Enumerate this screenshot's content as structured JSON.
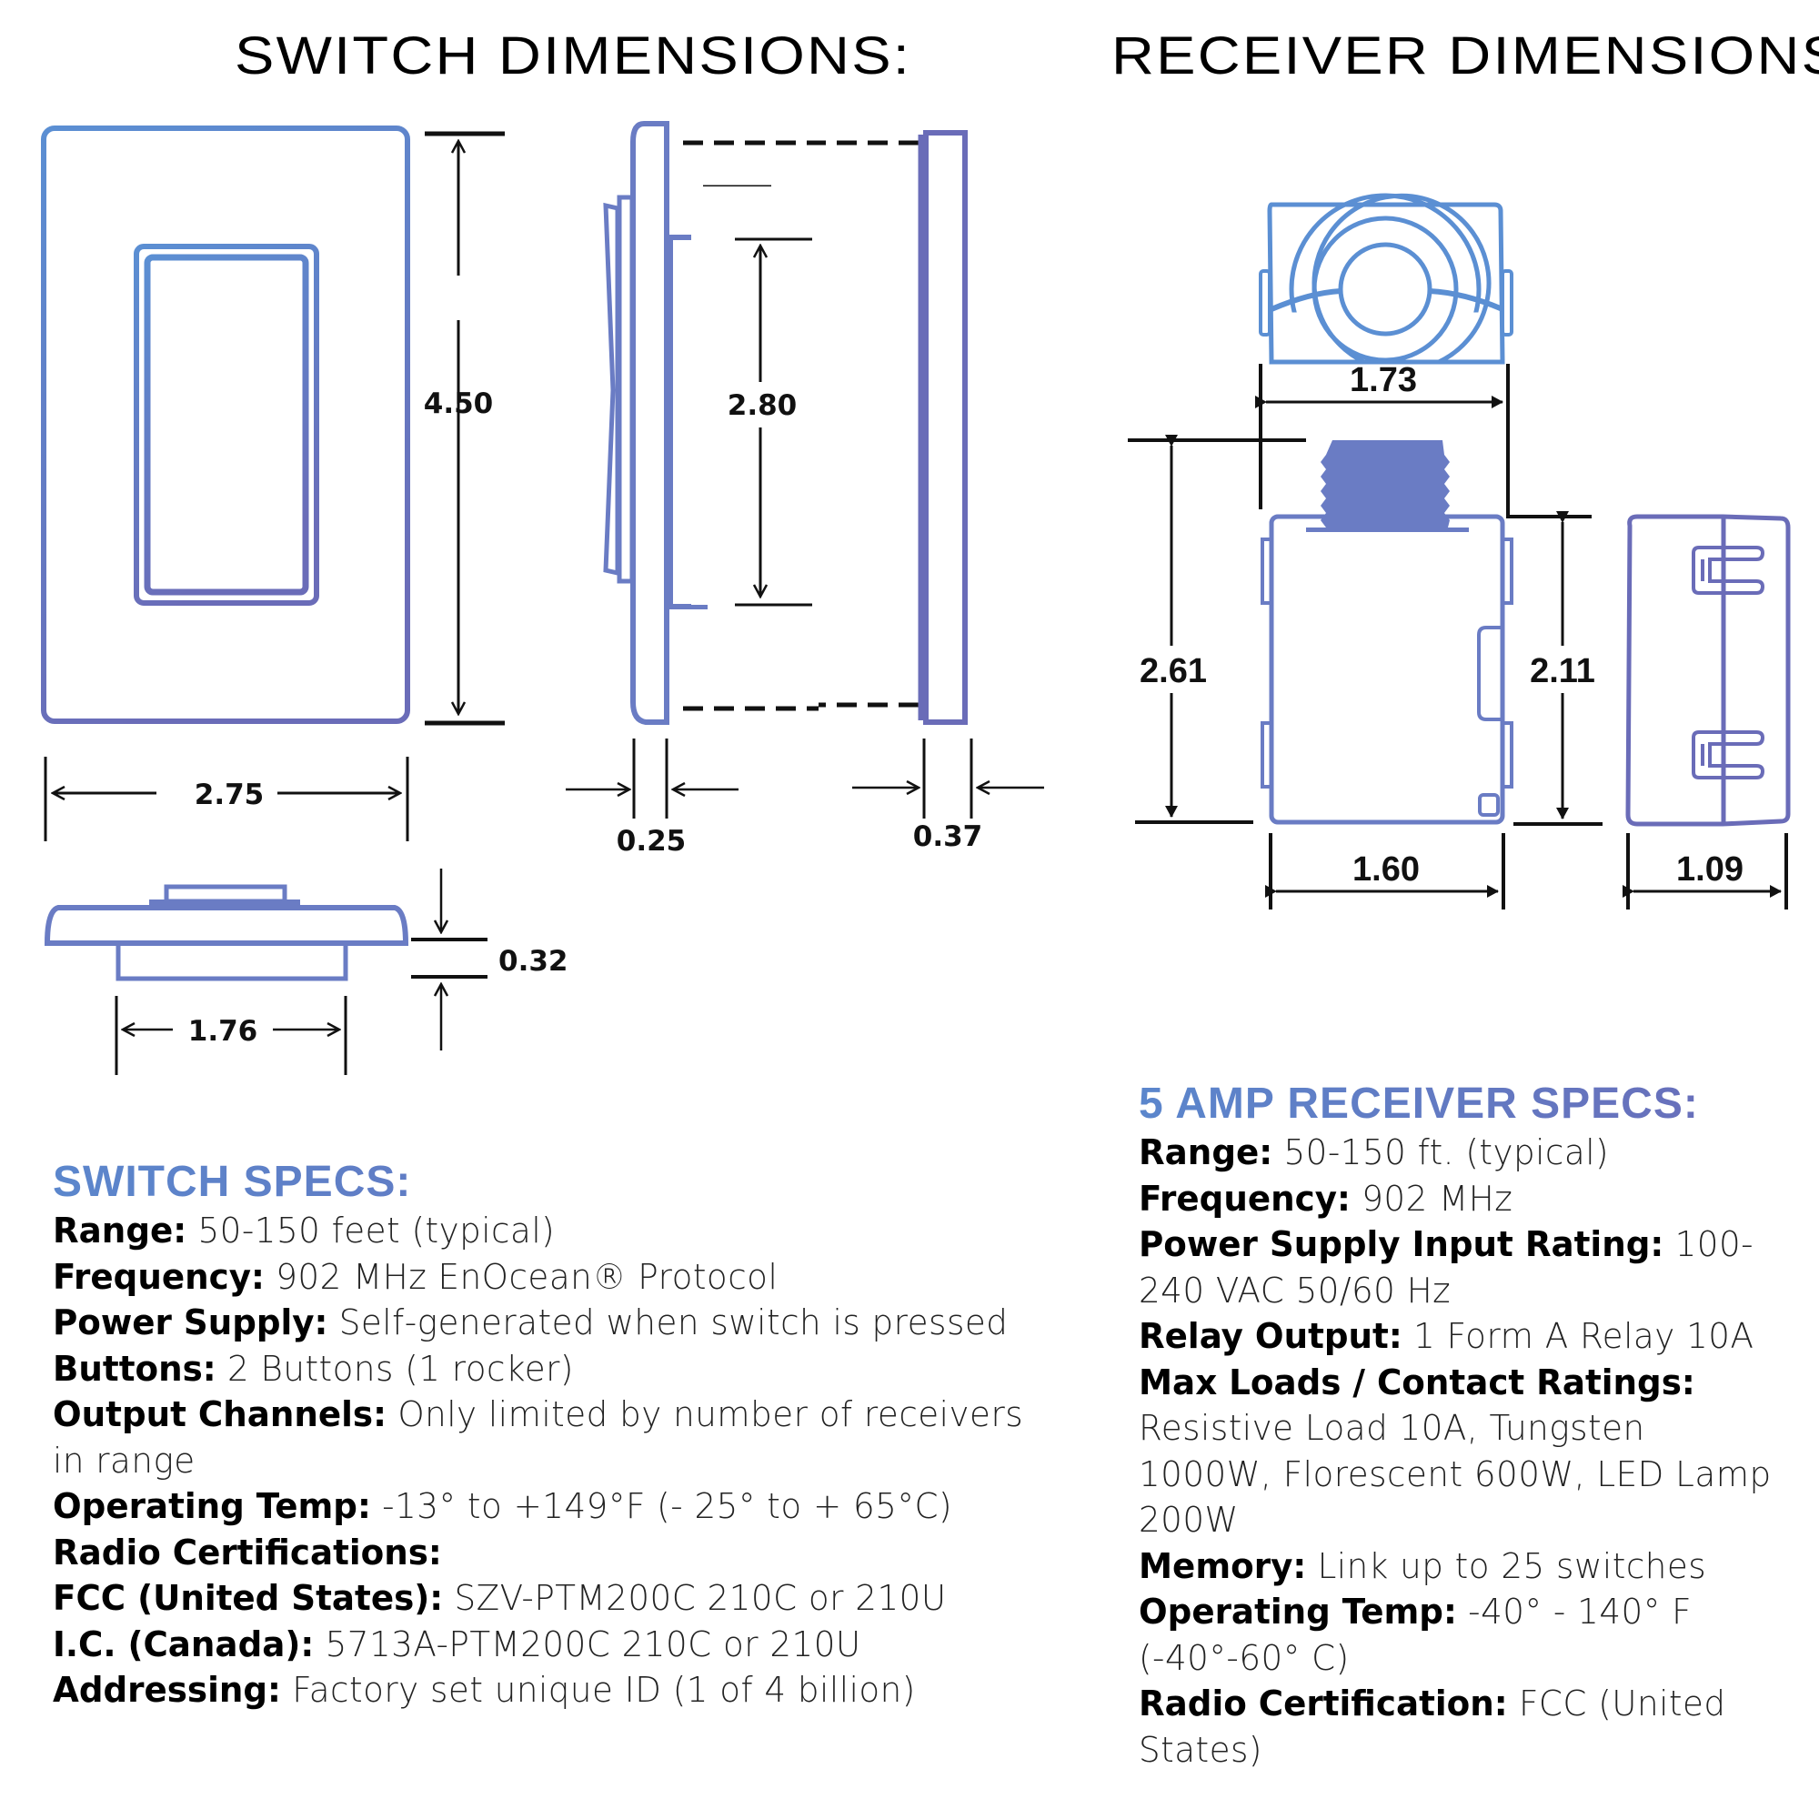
{
  "headings": {
    "switch_dimensions": "SWITCH DIMENSIONS:",
    "receiver_dimensions": "RECEIVER DIMENSIONS:"
  },
  "colors": {
    "outline_blue": "#5b8fd3",
    "outline_purple": "#6a6cb8",
    "heading_gradient_start": "#5b86cc",
    "heading_gradient_end": "#6a6cb8",
    "dimension_lines": "#000000"
  },
  "switch_dimensions": {
    "front_height": "4.50",
    "front_width": "2.75",
    "side_rocker_height": "2.80",
    "side_plate_depth": "0.25",
    "side_back_depth": "0.37",
    "bottom_width": "1.76",
    "bottom_depth": "0.32"
  },
  "receiver_dimensions": {
    "top_width": "1.73",
    "total_height": "2.61",
    "body_height": "2.11",
    "body_width": "1.60",
    "side_depth": "1.09"
  },
  "switch_specs": {
    "title": "SWITCH SPECS:",
    "items": [
      {
        "label": "Range:",
        "value": " 50-150 feet (typical)"
      },
      {
        "label": "Frequency:",
        "value": " 902 MHz EnOcean® Protocol"
      },
      {
        "label": "Power Supply:",
        "value": " Self-generated when switch is pressed"
      },
      {
        "label": "Buttons:",
        "value": " 2 Buttons (1 rocker)"
      },
      {
        "label": "Output Channels:",
        "value": " Only limited by number of receivers in range"
      },
      {
        "label": "Operating Temp:",
        "value": " -13° to +149°F (- 25° to + 65°C)"
      },
      {
        "label": "Radio Certifications:",
        "value": ""
      },
      {
        "label": "FCC (United States):",
        "value": " SZV-PTM200C 210C or 210U"
      },
      {
        "label": "I.C. (Canada):",
        "value": " 5713A-PTM200C 210C or 210U"
      },
      {
        "label": "Addressing:",
        "value": " Factory set unique ID (1 of 4 billion)"
      }
    ]
  },
  "receiver_specs": {
    "title": "5 AMP RECEIVER SPECS:",
    "items": [
      {
        "label": "Range:",
        "value": " 50-150 ft. (typical)"
      },
      {
        "label": "Frequency:",
        "value": " 902 MHz"
      },
      {
        "label": "Power Supply Input Rating:",
        "value": " 100-240 VAC 50/60 Hz"
      },
      {
        "label": "Relay Output:",
        "value": " 1 Form A Relay 10A"
      },
      {
        "label": "Max Loads / Contact Ratings:",
        "value": " Resistive Load 10A, Tungsten 1000W, Florescent 600W, LED Lamp 200W"
      },
      {
        "label": "Memory:",
        "value": " Link up to 25 switches"
      },
      {
        "label": "Operating Temp:",
        "value": " -40° - 140° F (-40°-60° C)"
      },
      {
        "label": "Radio Certification:",
        "value": " FCC (United States)"
      }
    ]
  }
}
